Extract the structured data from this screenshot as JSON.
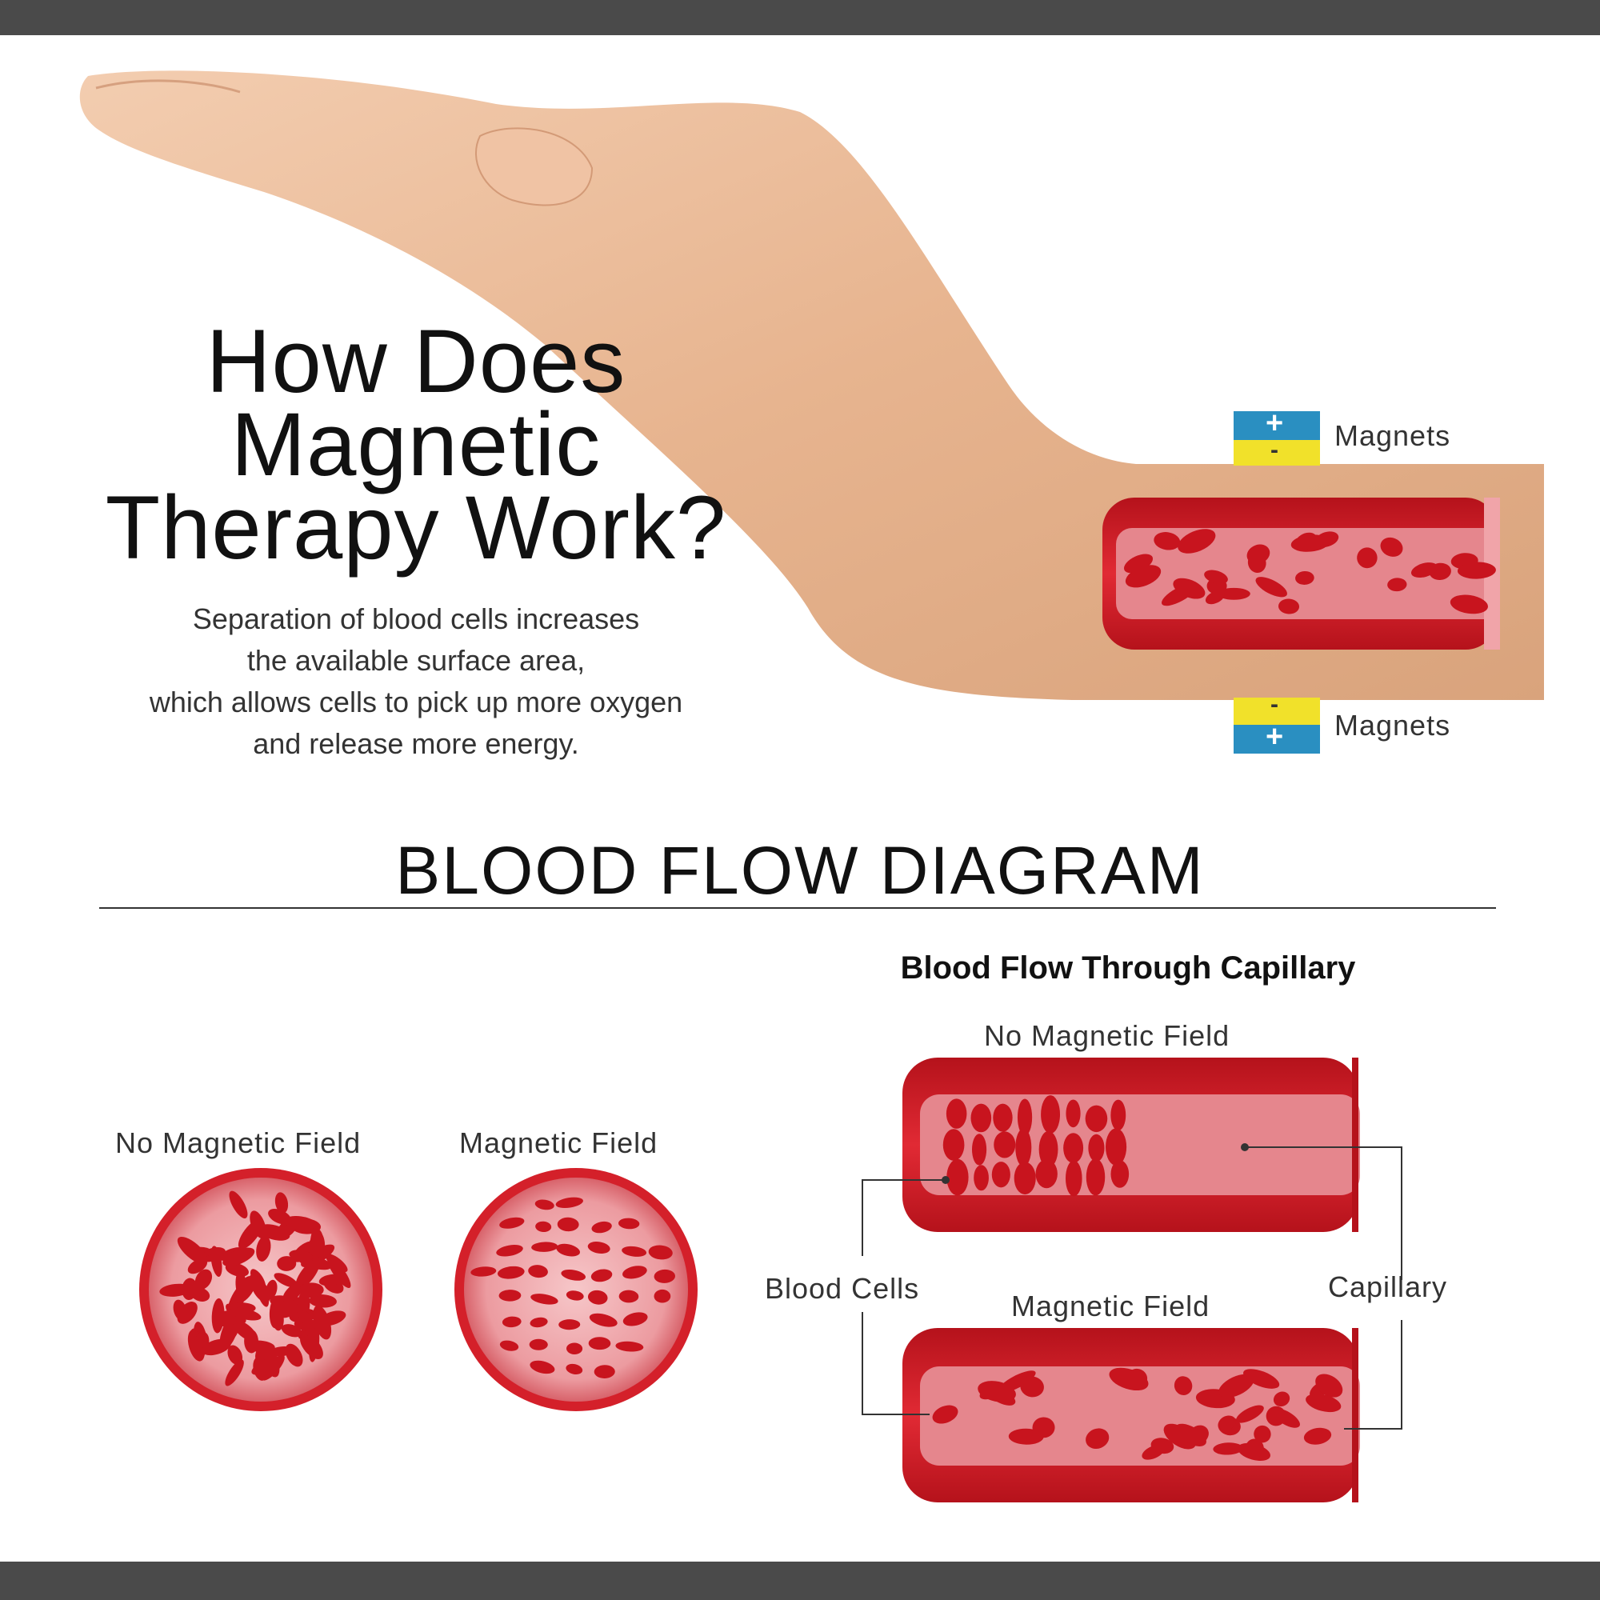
{
  "header": {
    "title_lines": [
      "How Does",
      "Magnetic",
      "Therapy Work?"
    ],
    "description_lines": [
      "Separation of blood cells increases",
      "the available surface area,",
      "which allows cells to pick up more oxygen",
      "and release more energy."
    ]
  },
  "magnets": {
    "top_label": "Magnets",
    "bottom_label": "Magnets",
    "plus_symbol": "+",
    "minus_symbol": "-"
  },
  "section": {
    "title": "BLOOD FLOW DIAGRAM"
  },
  "cross_section": {
    "left_label": "No Magnetic Field",
    "right_label": "Magnetic Field"
  },
  "capillary": {
    "title": "Blood Flow Through Capillary",
    "top_label": "No Magnetic Field",
    "bottom_label": "Magnetic Field",
    "blood_cells_label": "Blood Cells",
    "capillary_label": "Capillary"
  },
  "colors": {
    "vessel_red": "#d6202b",
    "vessel_inner": "#e98c92",
    "cell_red": "#c8141e",
    "skin": "#e7b48f",
    "magnet_blue": "#2a8fc1",
    "magnet_yellow": "#f1e12a",
    "bars": "#4a4a4a"
  }
}
